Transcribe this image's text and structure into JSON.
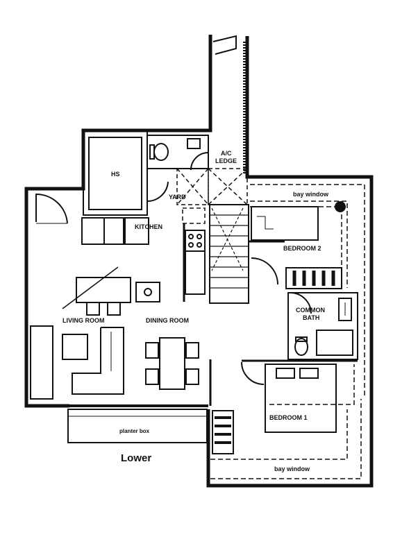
{
  "floor_label": "Lower",
  "rooms": {
    "hs": "HS",
    "ac_ledge_line1": "A/C",
    "ac_ledge_line2": "LEDGE",
    "yard": "YARD",
    "kitchen": "KITCHEN",
    "bay_window_top": "bay window",
    "bedroom2": "BEDROOM 2",
    "common_bath_line1": "COMMON",
    "common_bath_line2": "BATH",
    "living_room": "LIVING ROOM",
    "dining_room": "DINING ROOM",
    "bedroom1": "BEDROOM 1",
    "planter_box": "planter box",
    "bay_window_bottom": "bay window"
  },
  "colors": {
    "line": "#111111",
    "background": "#ffffff"
  }
}
